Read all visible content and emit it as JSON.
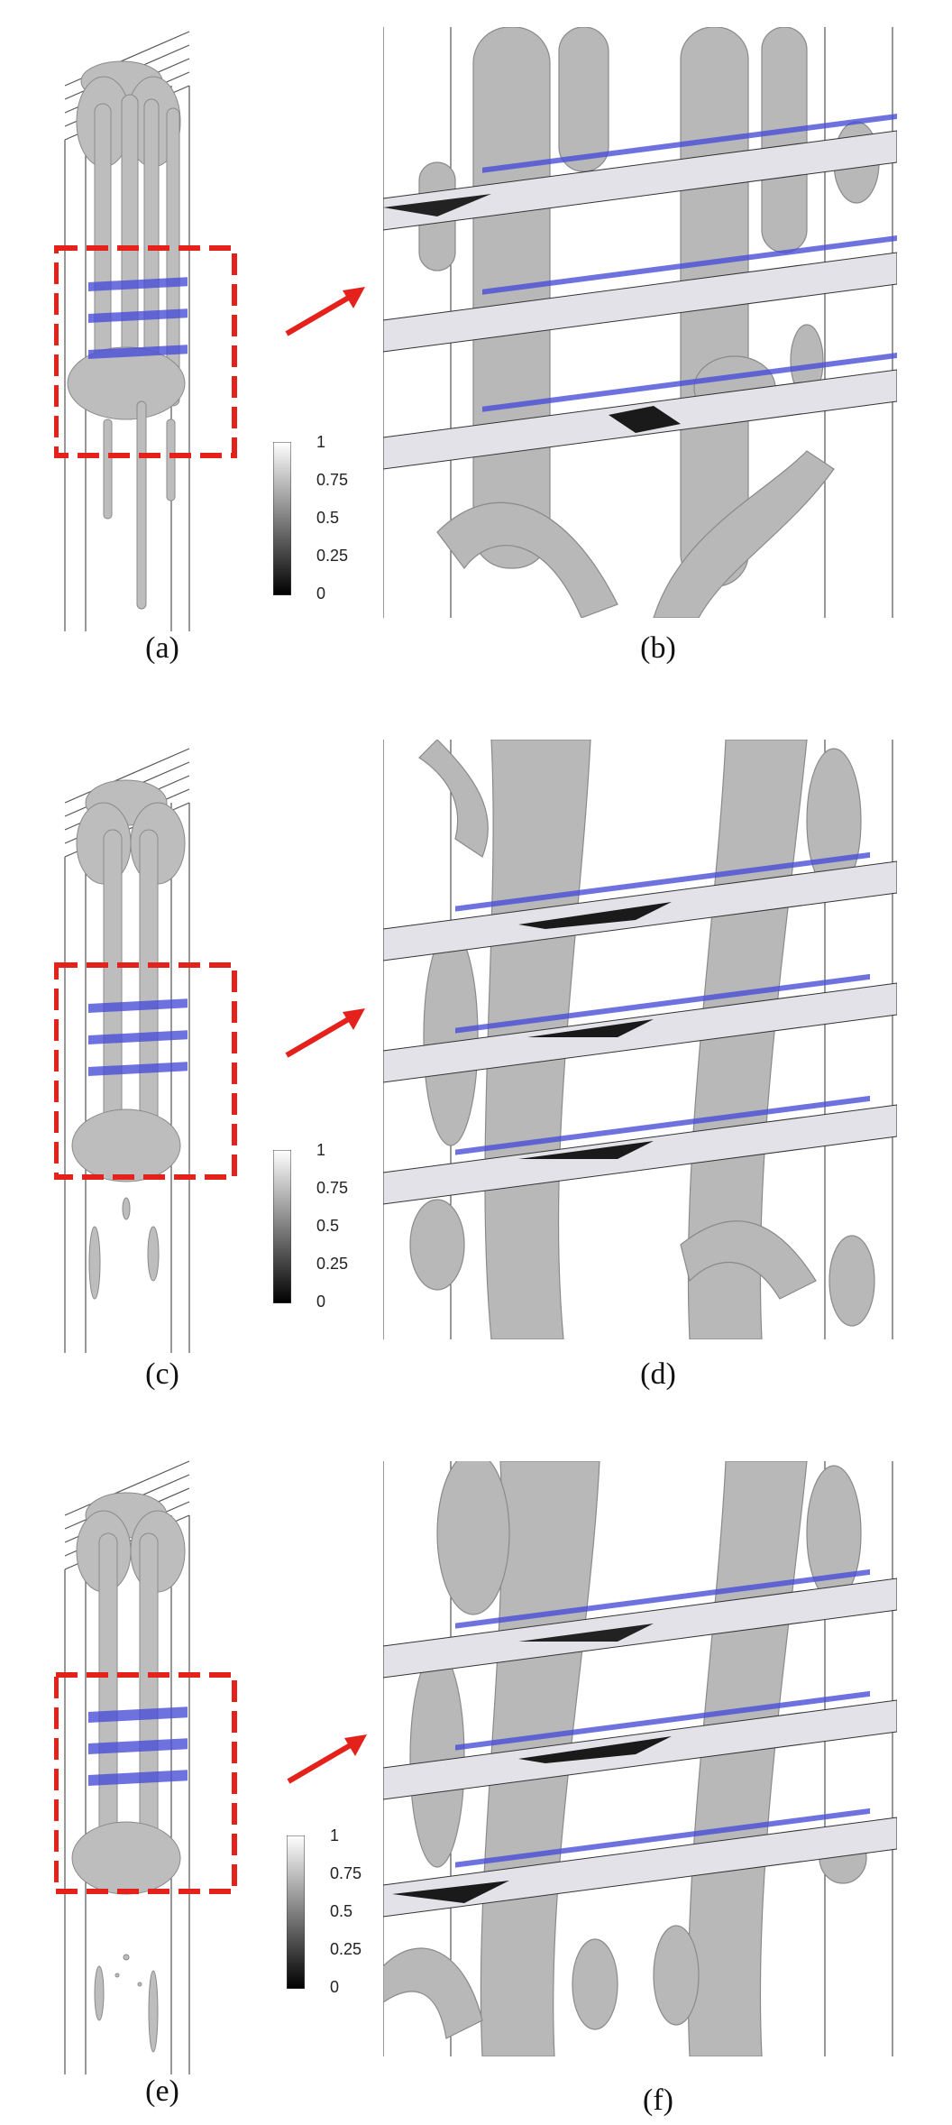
{
  "panels": [
    {
      "overview_caption": "(a)",
      "zoom_caption": "(b)"
    },
    {
      "overview_caption": "(c)",
      "zoom_caption": "(d)"
    },
    {
      "overview_caption": "(e)",
      "zoom_caption": "(f)"
    }
  ],
  "colorbar": {
    "ticks": [
      "1",
      "0.75",
      "0.5",
      "0.25",
      "0"
    ]
  },
  "colors": {
    "highlight_box": "#e5211b",
    "arrow": "#e5211b",
    "plane_vectors": "#4a4fd8",
    "isosurface": "#b8b8b8",
    "frame_lines": "#555555"
  }
}
